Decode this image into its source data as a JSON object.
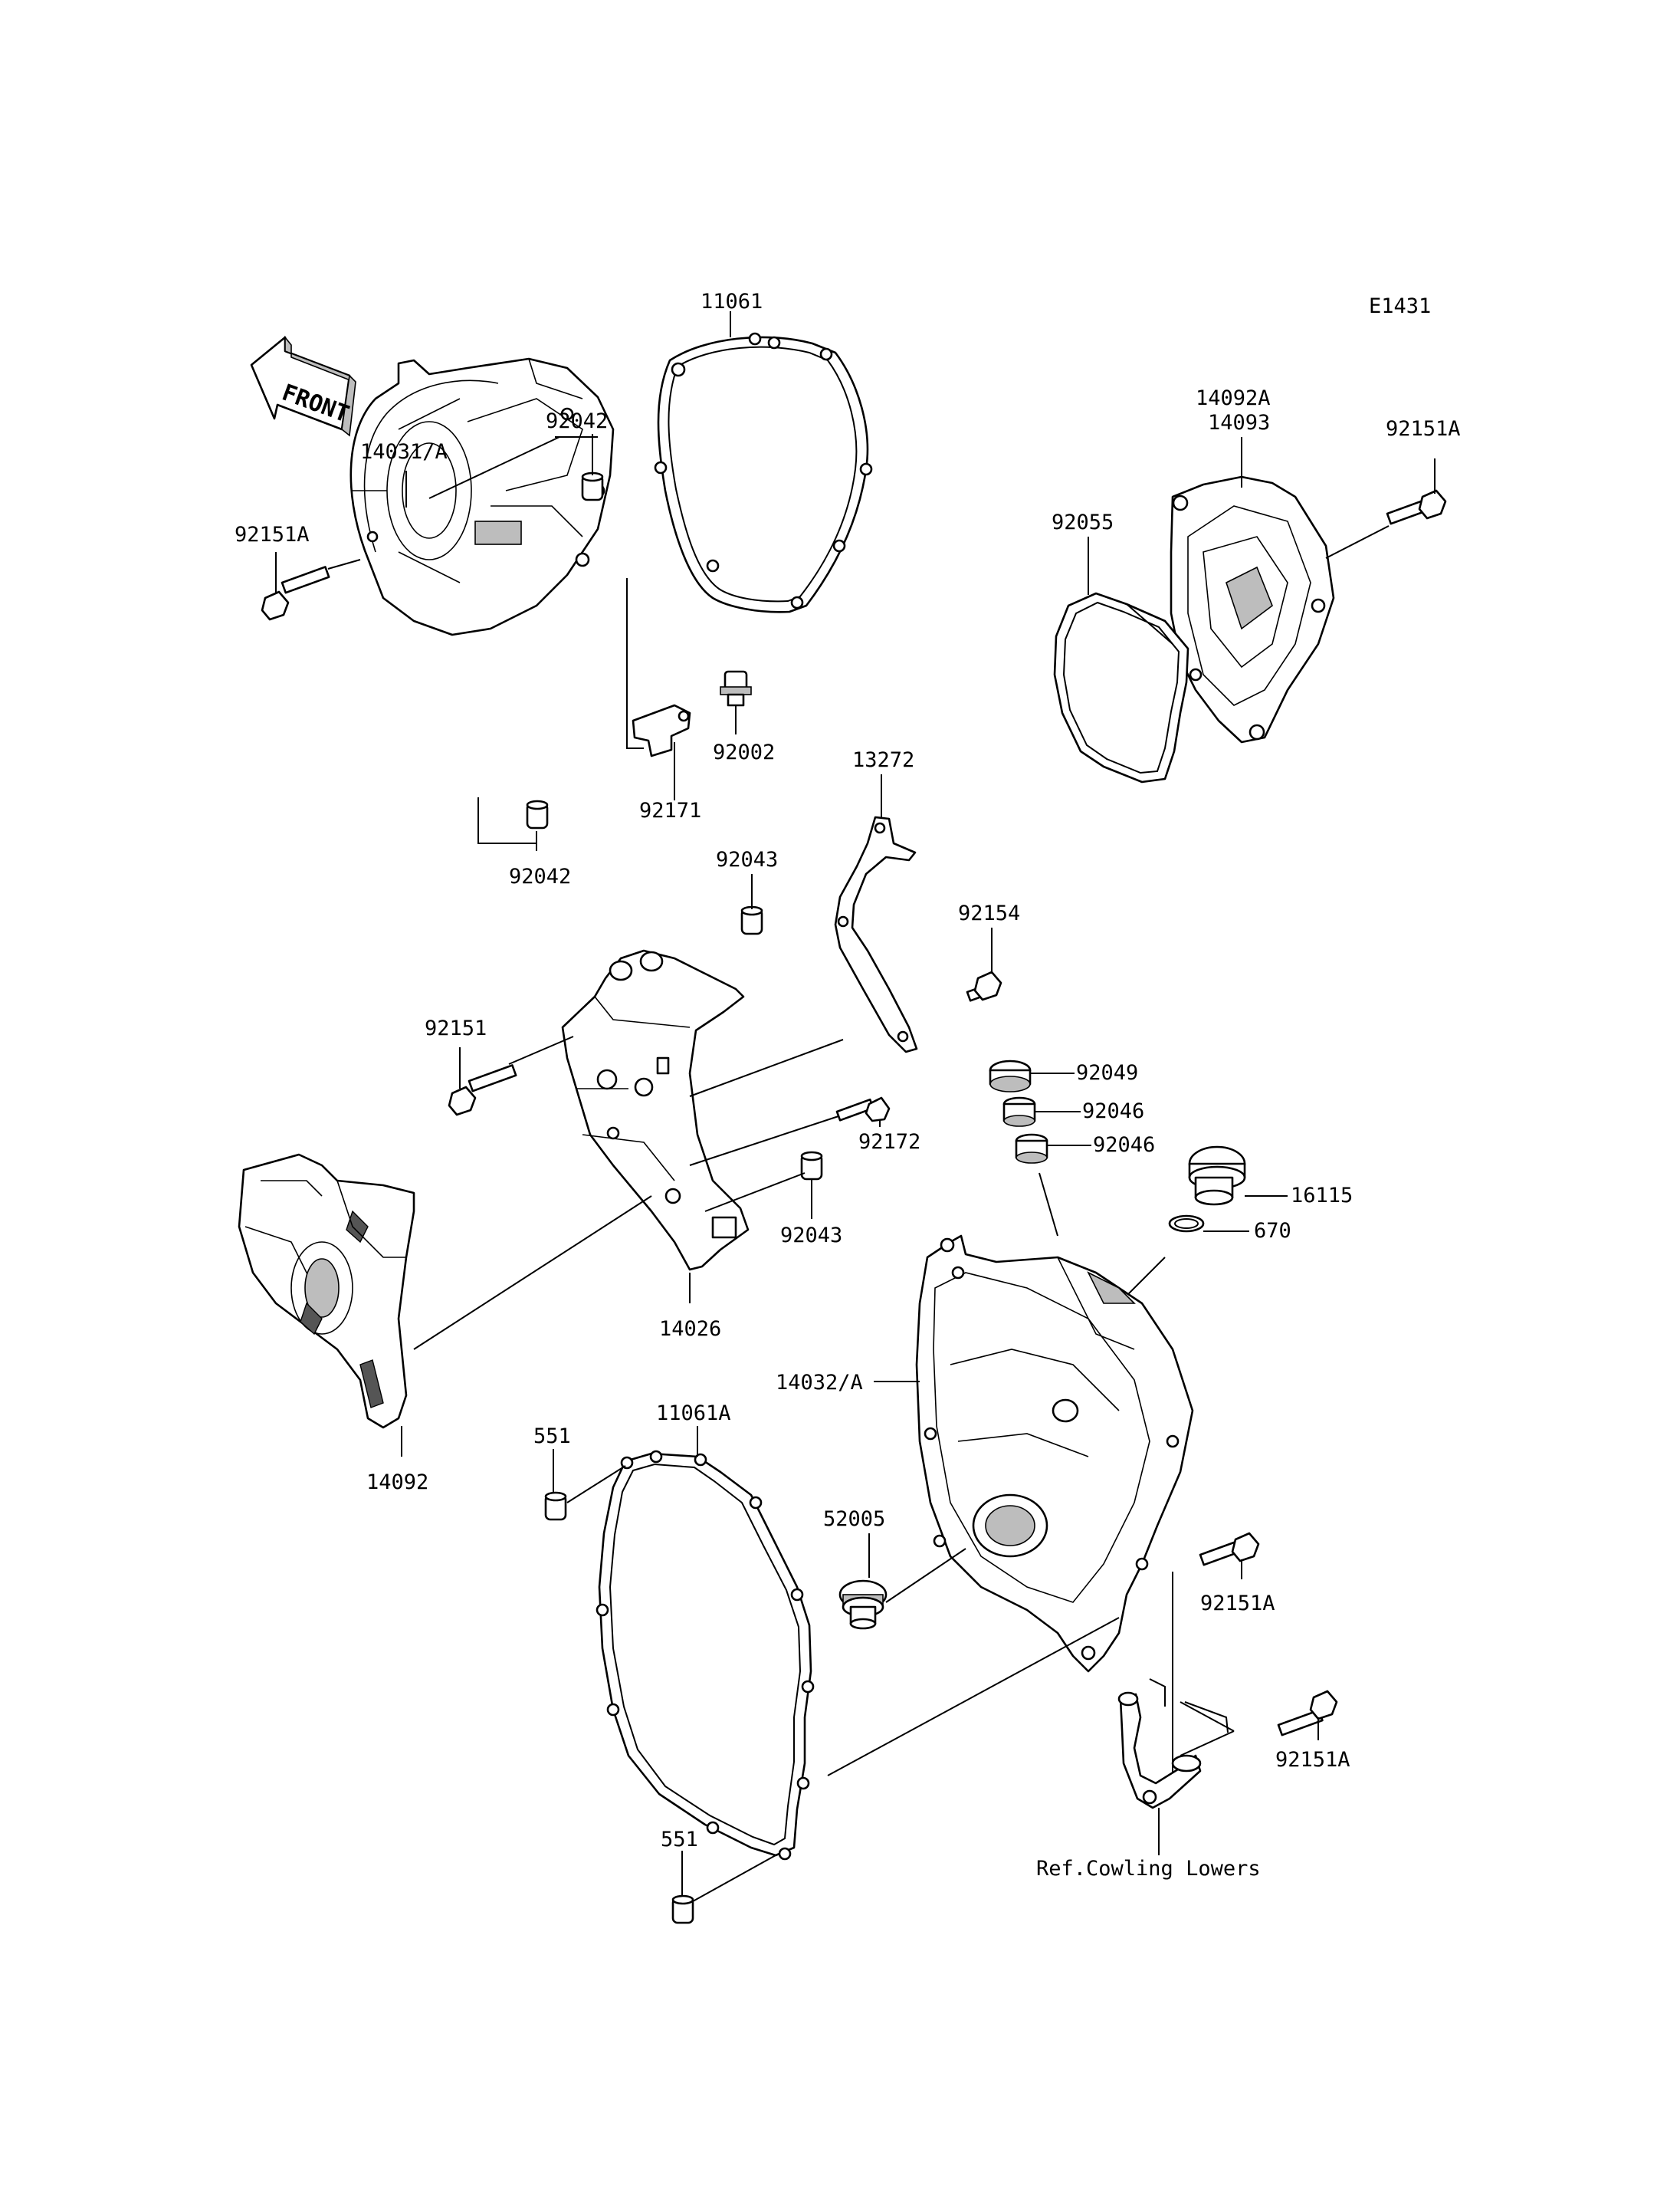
{
  "diagram_code": "E1431",
  "front_arrow_label": "FRONT",
  "reference_note": "Ref.Cowling Lowers",
  "labels": {
    "p11061": "11061",
    "p14092A_14093_a": "14092A",
    "p14092A_14093_b": "14093",
    "p92151A_top_right": "92151A",
    "p92042_top": "92042",
    "p14031A": "14031/A",
    "p92151A_left": "92151A",
    "p92055": "92055",
    "p92002": "92002",
    "p92171": "92171",
    "p92042_bottom": "92042",
    "p13272": "13272",
    "p92043_top": "92043",
    "p92154": "92154",
    "p92151": "92151",
    "p92049": "92049",
    "p92046_a": "92046",
    "p92046_b": "92046",
    "p92172": "92172",
    "p16115": "16115",
    "p92043_bottom": "92043",
    "p670": "670",
    "p14026": "14026",
    "p14032A": "14032/A",
    "p551_top": "551",
    "p11061A": "11061A",
    "p14092": "14092",
    "p52005": "52005",
    "p92151A_mid": "92151A",
    "p92151A_low": "92151A",
    "p551_bottom": "551"
  }
}
